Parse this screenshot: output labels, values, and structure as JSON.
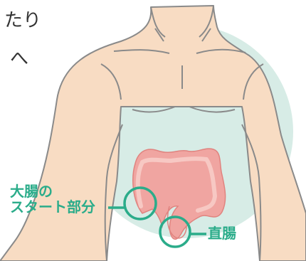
{
  "text_fragments": {
    "line1": "たり",
    "line2": "へ",
    "line3": ""
  },
  "labels": {
    "colon_start_line1": "大腸の",
    "colon_start_line2": "スタート部分",
    "rectum": "直腸"
  },
  "colors": {
    "background_circle": "#d7ece6",
    "skin": "#f8dcc3",
    "skin_outline": "#8a8a8a",
    "colon_fill": "#f0a5a1",
    "colon_inner": "#f7c8c3",
    "colon_outline": "#e0837f",
    "highlight": "#2bac8a"
  }
}
